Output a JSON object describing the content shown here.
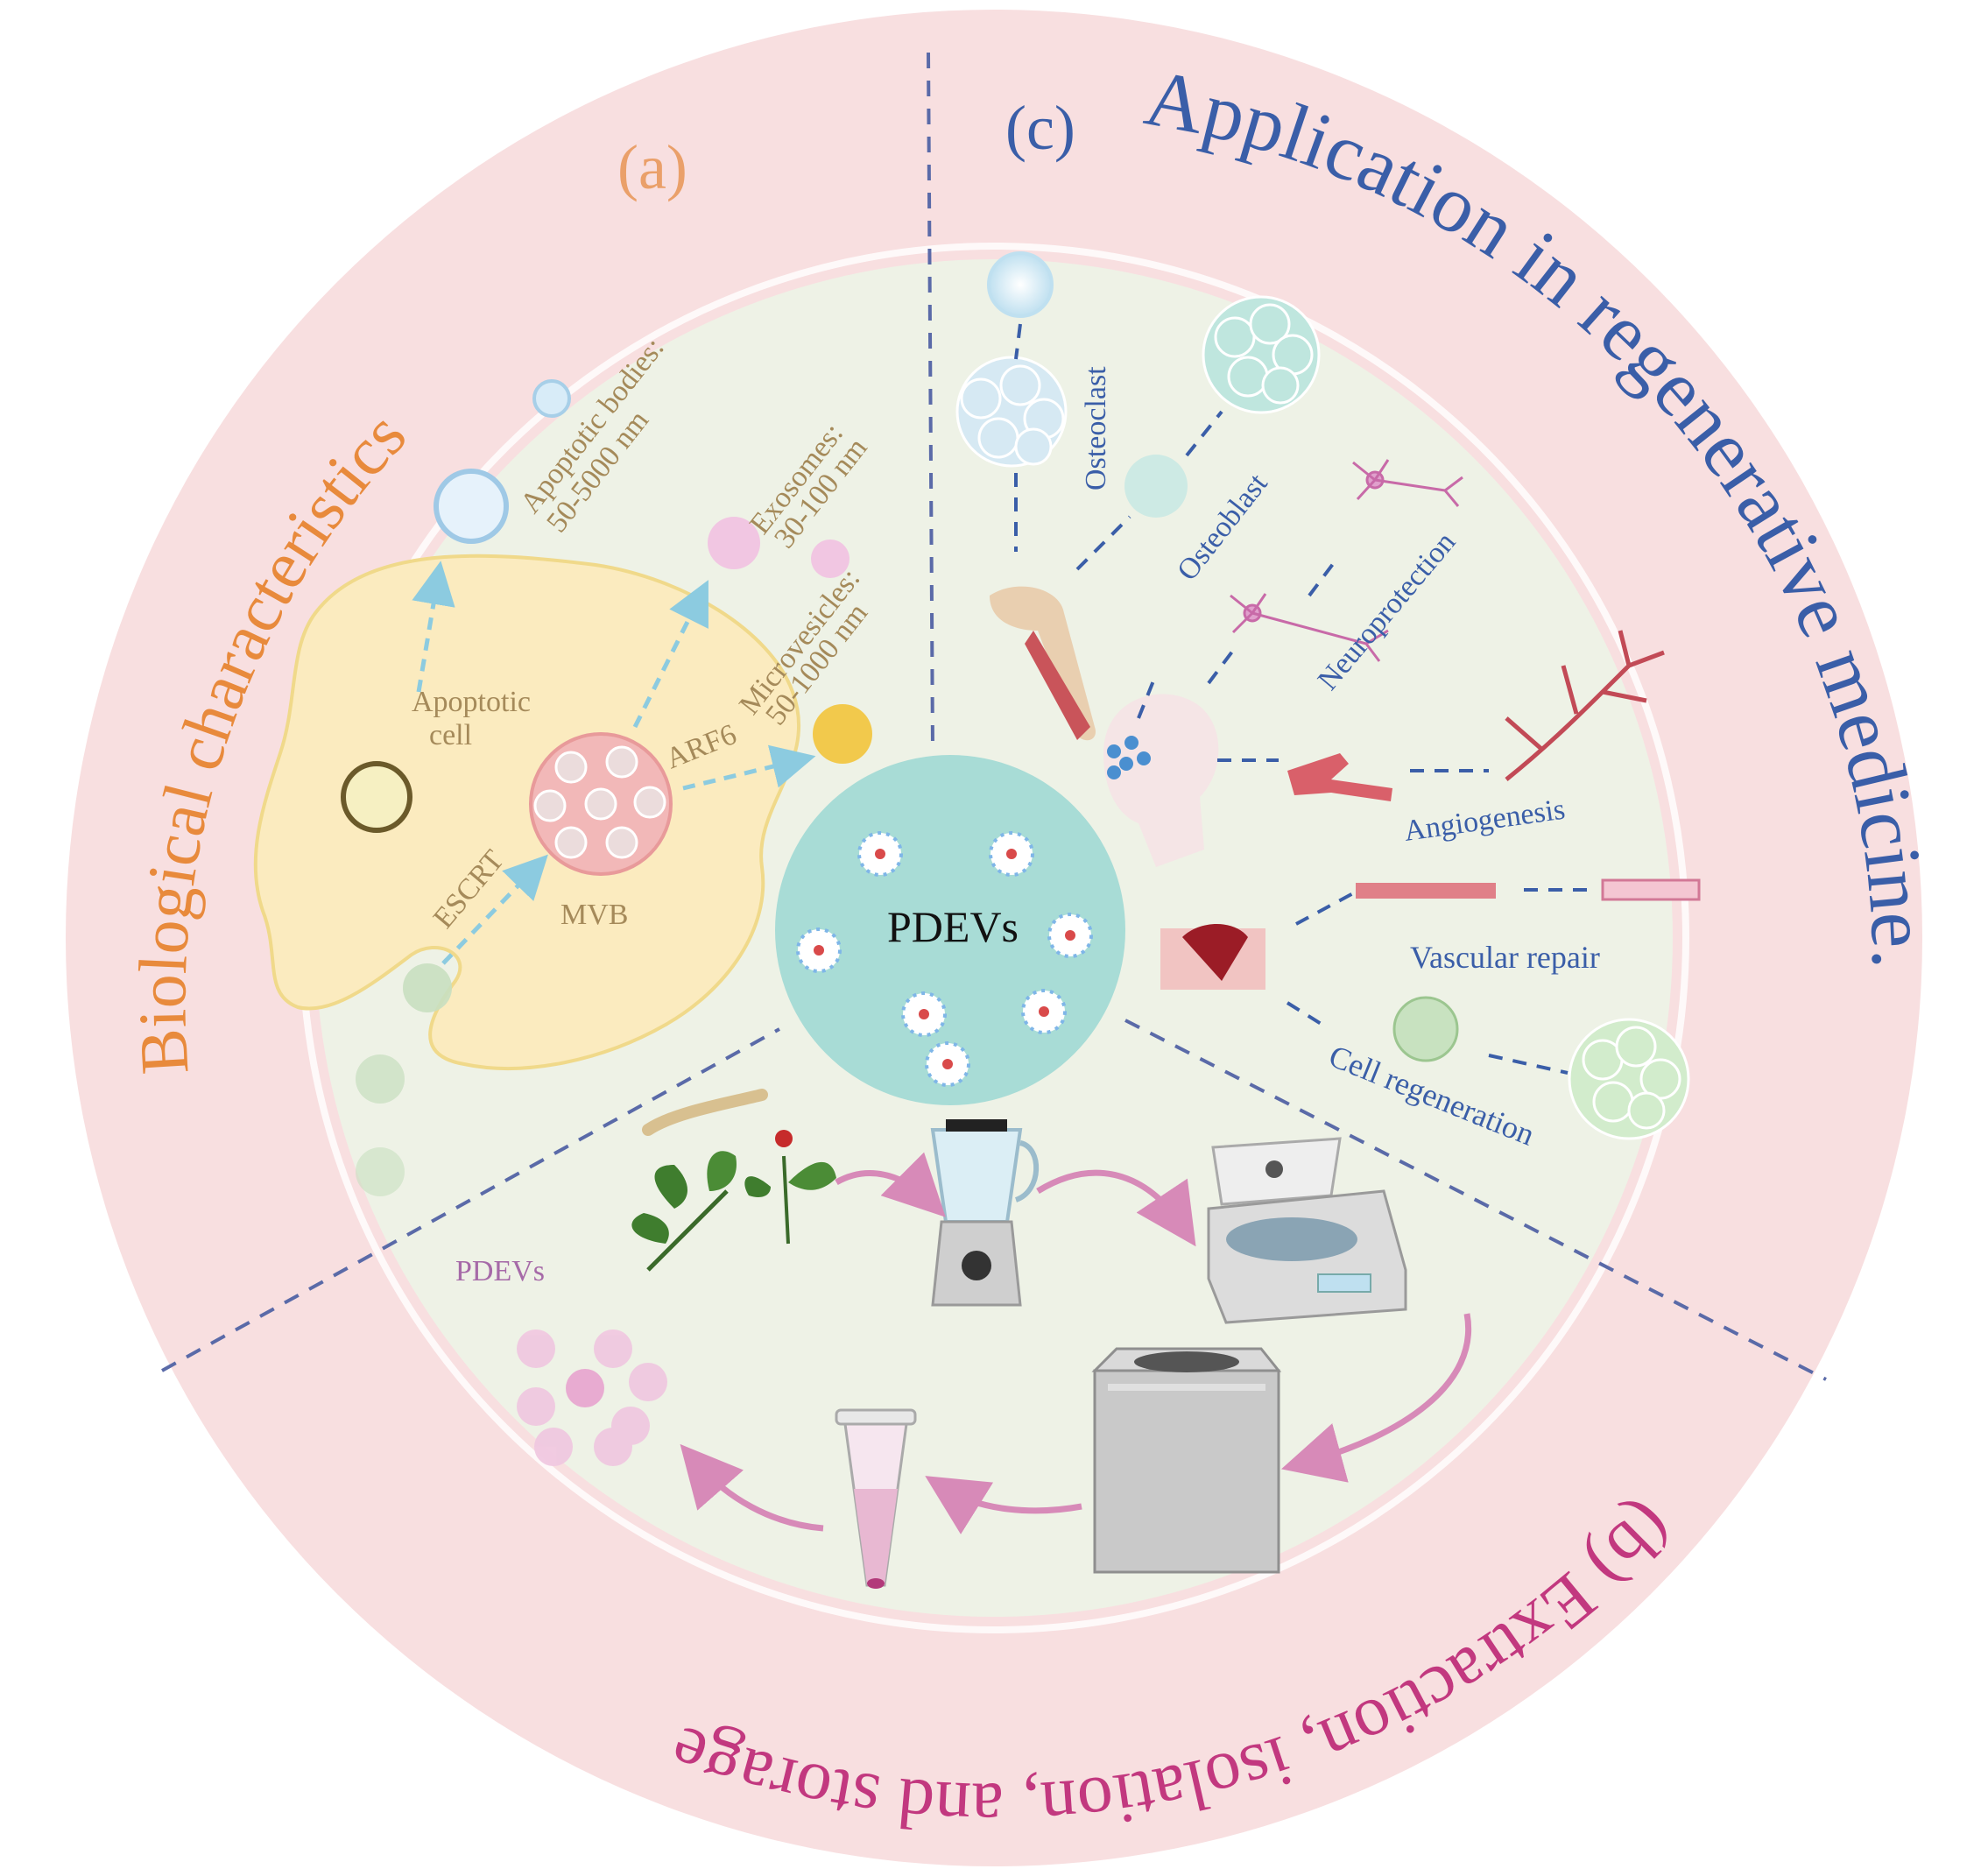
{
  "sections": {
    "a": {
      "letter": "(a)",
      "title": "Biological characteristics",
      "labels": {
        "apoptotic_bodies": "Apoptotic bodies:",
        "apoptotic_bodies_size": "50-5000 nm",
        "exosomes": "Exosomes:",
        "exosomes_size": "30-100 nm",
        "microvesicles": "Microvesicles:",
        "microvesicles_size": "50-1000 nm",
        "apoptotic_cell_1": "Apoptotic",
        "apoptotic_cell_2": "cell",
        "arf6": "ARF6",
        "escrt": "ESCRT",
        "mvb": "MVB"
      }
    },
    "b": {
      "title": "(b) Extraction, isolation, and storage",
      "labels": {
        "pdevs": "PDEVs"
      }
    },
    "c": {
      "letter": "(c)",
      "title": "Application in regenerative medicine.",
      "labels": {
        "osteoclast": "Osteoclast",
        "osteoblast": "Osteoblast",
        "neuroprotection": "Neuroprotection",
        "angiogenesis": "Angiogenesis",
        "vascular_repair": "Vascular repair",
        "cell_regeneration": "Cell regeneration"
      }
    }
  },
  "center": {
    "label": "PDEVs"
  },
  "colors": {
    "outer_ring": "#f8dfe0",
    "inner_disc": "#eef2e6",
    "center_disc": "#a8dcd6",
    "section_a": "#e88a3c",
    "section_b": "#c2387f",
    "section_c": "#3a5ea8",
    "arrow_pink": "#d78ab8",
    "arrow_blue": "#8ccbe0",
    "dash": "#5a6aa8"
  }
}
